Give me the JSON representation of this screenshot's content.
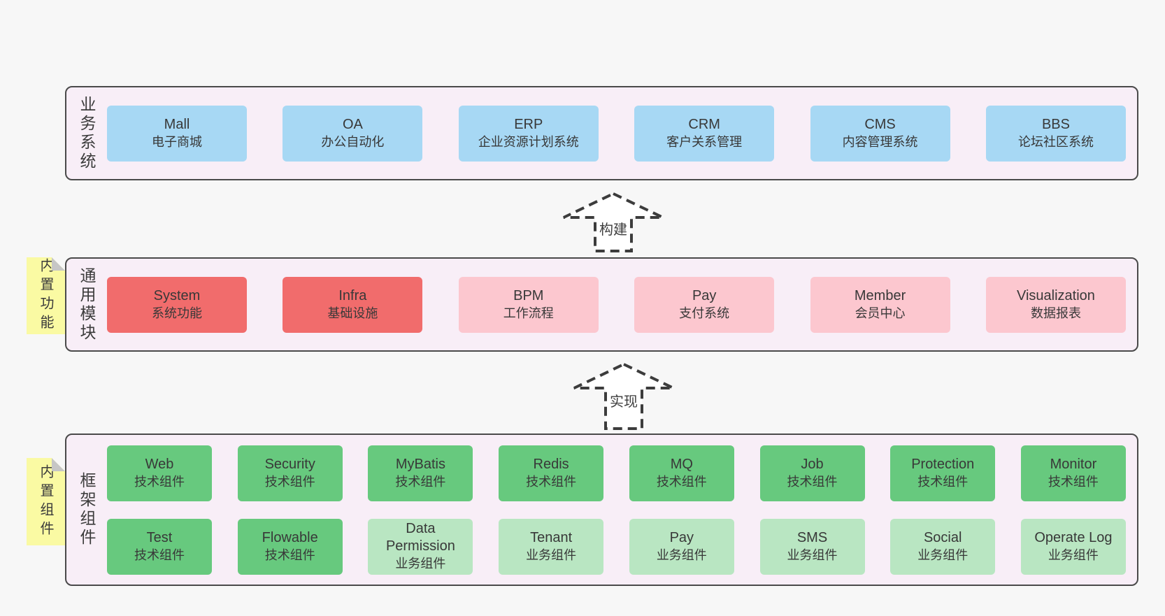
{
  "diagram": {
    "background": "#f7f7f7",
    "band_background": "#f8eef7"
  },
  "sections": {
    "business": {
      "label": "业务系统",
      "boxes": [
        {
          "name": "Mall",
          "desc": "电子商城"
        },
        {
          "name": "OA",
          "desc": "办公自动化"
        },
        {
          "name": "ERP",
          "desc": "企业资源计划系统"
        },
        {
          "name": "CRM",
          "desc": "客户关系管理"
        },
        {
          "name": "CMS",
          "desc": "内容管理系统"
        },
        {
          "name": "BBS",
          "desc": "论坛社区系统"
        }
      ]
    },
    "modules": {
      "label": "通用模块",
      "tag": "内置功能",
      "boxes": [
        {
          "name": "System",
          "desc": "系统功能",
          "color": "#f16c6c"
        },
        {
          "name": "Infra",
          "desc": "基础设施",
          "color": "#f16c6c"
        },
        {
          "name": "BPM",
          "desc": "工作流程",
          "color": "#fcc7cf"
        },
        {
          "name": "Pay",
          "desc": "支付系统",
          "color": "#fcc7cf"
        },
        {
          "name": "Member",
          "desc": "会员中心",
          "color": "#fcc7cf"
        },
        {
          "name": "Visualization",
          "desc": "数据报表",
          "color": "#fcc7cf"
        }
      ]
    },
    "components": {
      "label": "框架组件",
      "tag": "内置组件",
      "row1": [
        {
          "name": "Web",
          "desc": "技术组件"
        },
        {
          "name": "Security",
          "desc": "技术组件"
        },
        {
          "name": "MyBatis",
          "desc": "技术组件"
        },
        {
          "name": "Redis",
          "desc": "技术组件"
        },
        {
          "name": "MQ",
          "desc": "技术组件"
        },
        {
          "name": "Job",
          "desc": "技术组件"
        },
        {
          "name": "Protection",
          "desc": "技术组件"
        },
        {
          "name": "Monitor",
          "desc": "技术组件"
        }
      ],
      "row2": [
        {
          "name": "Test",
          "desc": "技术组件",
          "color": "#67c97e"
        },
        {
          "name": "Flowable",
          "desc": "技术组件",
          "color": "#67c97e"
        },
        {
          "name": "Data Permission",
          "desc": "业务组件",
          "color": "#b9e6c2"
        },
        {
          "name": "Tenant",
          "desc": "业务组件",
          "color": "#b9e6c2"
        },
        {
          "name": "Pay",
          "desc": "业务组件",
          "color": "#b9e6c2"
        },
        {
          "name": "SMS",
          "desc": "业务组件",
          "color": "#b9e6c2"
        },
        {
          "name": "Social",
          "desc": "业务组件",
          "color": "#b9e6c2"
        },
        {
          "name": "Operate Log",
          "desc": "业务组件",
          "color": "#b9e6c2"
        }
      ]
    }
  },
  "arrows": {
    "build": "构建",
    "implement": "实现"
  },
  "colors": {
    "blue": "#a7d8f4",
    "red": "#f16c6c",
    "pink": "#fcc7cf",
    "green": "#67c97e",
    "lightgreen": "#b9e6c2",
    "tag_yellow": "#fafaa3",
    "dash": "#3c3c3c"
  }
}
